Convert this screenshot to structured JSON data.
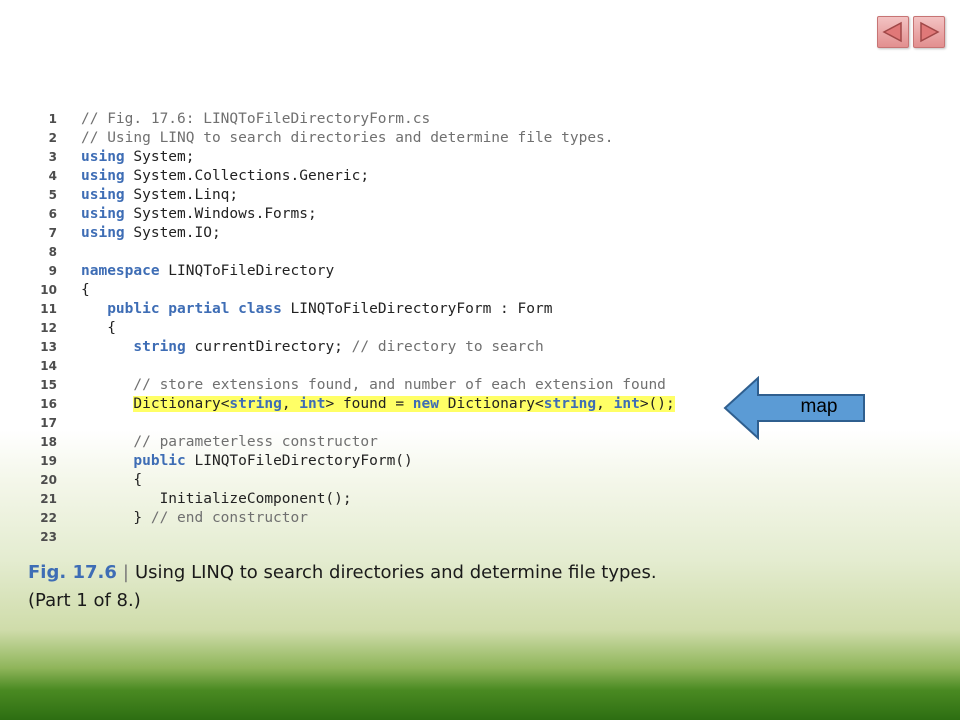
{
  "nav": {
    "prev_icon": "triangle-left",
    "next_icon": "triangle-right"
  },
  "code": {
    "line_numbers": [
      "1",
      "2",
      "3",
      "4",
      "5",
      "6",
      "7",
      "8",
      "9",
      "10",
      "11",
      "12",
      "13",
      "14",
      "15",
      "16",
      "17",
      "18",
      "19",
      "20",
      "21",
      "22",
      "23"
    ],
    "lines": [
      [
        {
          "t": "// Fig. 17.6: LINQToFileDirectoryForm.cs",
          "c": "cm"
        }
      ],
      [
        {
          "t": "// Using LINQ to search directories and determine file types.",
          "c": "cm"
        }
      ],
      [
        {
          "t": "using",
          "c": "kw"
        },
        {
          "t": " System;"
        }
      ],
      [
        {
          "t": "using",
          "c": "kw"
        },
        {
          "t": " System.Collections.Generic;"
        }
      ],
      [
        {
          "t": "using",
          "c": "kw"
        },
        {
          "t": " System.Linq;"
        }
      ],
      [
        {
          "t": "using",
          "c": "kw"
        },
        {
          "t": " System.Windows.Forms;"
        }
      ],
      [
        {
          "t": "using",
          "c": "kw"
        },
        {
          "t": " System.IO;"
        }
      ],
      [],
      [
        {
          "t": "namespace",
          "c": "kw"
        },
        {
          "t": " LINQToFileDirectory"
        }
      ],
      [
        {
          "t": "{"
        }
      ],
      [
        {
          "t": "   "
        },
        {
          "t": "public partial class",
          "c": "kw"
        },
        {
          "t": " LINQToFileDirectoryForm : Form"
        }
      ],
      [
        {
          "t": "   {"
        }
      ],
      [
        {
          "t": "      "
        },
        {
          "t": "string",
          "c": "kw"
        },
        {
          "t": " currentDirectory; "
        },
        {
          "t": "// directory to search",
          "c": "cm"
        }
      ],
      [],
      [
        {
          "t": "      "
        },
        {
          "t": "// store extensions found, and number of each extension found",
          "c": "cm"
        }
      ],
      [
        {
          "t": "      "
        },
        {
          "t": "Dictionary<",
          "h": 1
        },
        {
          "t": "string",
          "c": "kw",
          "h": 1
        },
        {
          "t": ", ",
          "h": 1
        },
        {
          "t": "int",
          "c": "kw",
          "h": 1
        },
        {
          "t": "> found = ",
          "h": 1
        },
        {
          "t": "new",
          "c": "kw",
          "h": 1
        },
        {
          "t": " Dictionary<",
          "h": 1
        },
        {
          "t": "string",
          "c": "kw",
          "h": 1
        },
        {
          "t": ", ",
          "h": 1
        },
        {
          "t": "int",
          "c": "kw",
          "h": 1
        },
        {
          "t": ">();",
          "h": 1
        }
      ],
      [],
      [
        {
          "t": "      "
        },
        {
          "t": "// parameterless constructor",
          "c": "cm"
        }
      ],
      [
        {
          "t": "      "
        },
        {
          "t": "public",
          "c": "kw"
        },
        {
          "t": " LINQToFileDirectoryForm()"
        }
      ],
      [
        {
          "t": "      {"
        }
      ],
      [
        {
          "t": "         InitializeComponent();"
        }
      ],
      [
        {
          "t": "      } "
        },
        {
          "t": "// end constructor",
          "c": "cm"
        }
      ],
      []
    ]
  },
  "caption": {
    "label": "Fig. 17.6",
    "separator": "|",
    "title": "Using LINQ to search directories and determine file types.",
    "part": "(Part 1 of 8.)"
  },
  "callout": {
    "text": "map",
    "icon": "arrow-left"
  },
  "colors": {
    "keyword": "#3e6db5",
    "comment": "#707070",
    "highlight": "#ffff66",
    "arrow_fill": "#5b9bd5",
    "arrow_stroke": "#2f5f8f"
  }
}
